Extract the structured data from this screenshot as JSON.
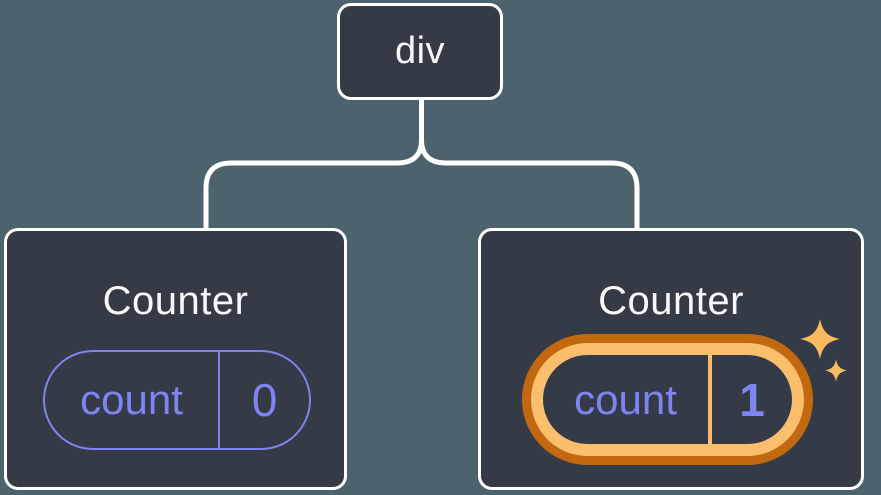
{
  "diagram": {
    "root": {
      "label": "div"
    },
    "children": [
      {
        "title": "Counter",
        "state_key": "count",
        "state_value": "0",
        "highlighted": false
      },
      {
        "title": "Counter",
        "state_key": "count",
        "state_value": "1",
        "highlighted": true
      }
    ]
  },
  "icons": [
    {
      "name": "sparkles-icon",
      "meaning": "highlight on updated state pill"
    }
  ],
  "colors": {
    "background": "#4C636E",
    "card_fill": "#343A46",
    "card_border": "#FFFFFF",
    "connector": "#FFFFFF",
    "text_primary": "#F6F7F9",
    "state_accent": "#7E85F2",
    "highlight_ring_outer": "#C2690F",
    "highlight_ring_inner": "#FBBE6C",
    "sparkle": "#F9BA61"
  }
}
